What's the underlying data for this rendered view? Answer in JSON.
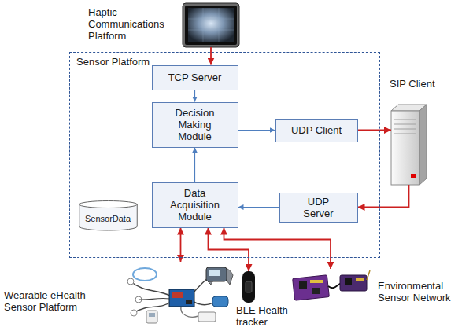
{
  "diagram": {
    "nodes": [
      {
        "text": [
          "Haptic Communications Platform"
        ]
      },
      {
        "text": [
          "Sensor Platform"
        ]
      },
      {
        "text": [
          "TCP Server"
        ],
        "in": 1
      },
      {
        "text": [
          "Decision Making Module"
        ],
        "in": 1
      },
      {
        "text": [
          "UDP Client"
        ],
        "in": 1
      },
      {
        "text": [
          "Data Acquisition Module"
        ],
        "in": 1
      },
      {
        "text": [
          "UDP Server"
        ],
        "in": 1
      },
      {
        "text": [
          "SensorData"
        ],
        "in": 1
      },
      {
        "text": [
          "SIP Client"
        ]
      },
      {
        "text": [
          "Wearable eHealth Sensor Platform"
        ]
      },
      {
        "text": [
          "BLE Health tracker"
        ]
      },
      {
        "text": [
          "Environmental Sensor Network"
        ]
      }
    ],
    "edges": [
      {
        "from": 0,
        "to": 2,
        "arrow": "to"
      },
      {
        "from": 2,
        "to": 3,
        "arrow": "to"
      },
      {
        "from": 5,
        "to": 3,
        "arrow": "to"
      },
      {
        "from": 3,
        "to": 4,
        "arrow": "to"
      },
      {
        "from": 4,
        "to": 8,
        "arrow": "to"
      },
      {
        "from": 8,
        "to": 6,
        "arrow": "to"
      },
      {
        "from": 6,
        "to": 5,
        "arrow": "to"
      },
      {
        "from": 5,
        "to": 9,
        "arrow": "both"
      },
      {
        "from": 5,
        "to": 10,
        "arrow": "both"
      },
      {
        "from": 5,
        "to": 11,
        "arrow": "both"
      }
    ]
  }
}
